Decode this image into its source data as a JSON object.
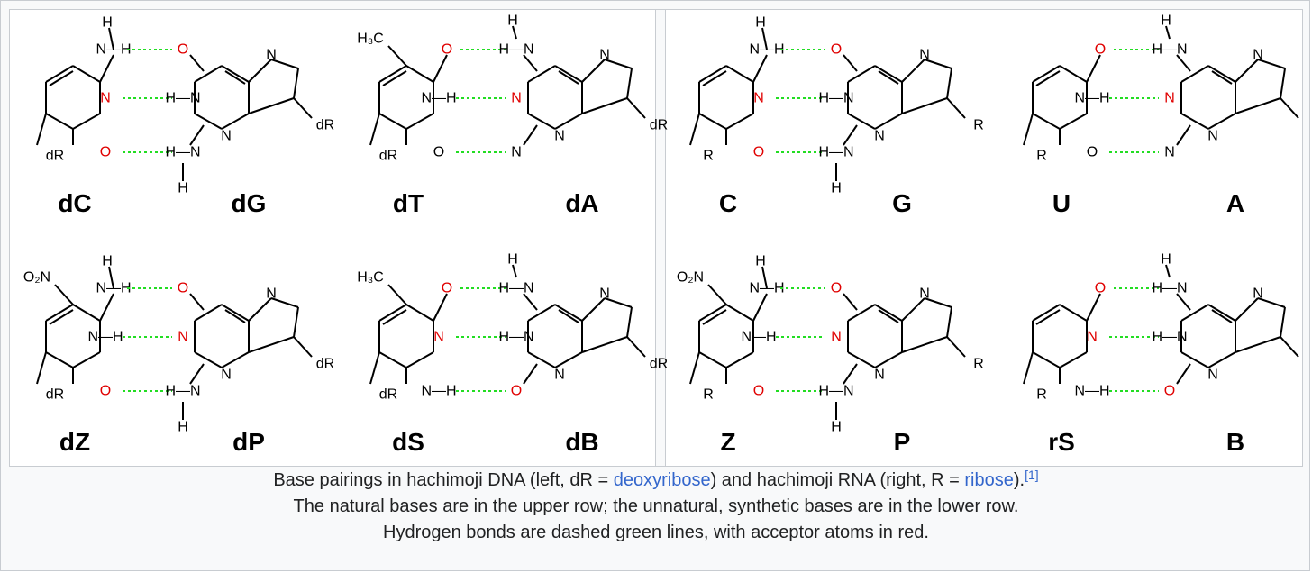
{
  "panels": {
    "dna_labels": [
      "dC",
      "dG",
      "dT",
      "dA",
      "dZ",
      "dP",
      "dS",
      "dB"
    ],
    "rna_labels": [
      "C",
      "G",
      "U",
      "A",
      "Z",
      "P",
      "rS",
      "B"
    ],
    "sugar_dna": "dR",
    "sugar_rna": "R",
    "atoms": {
      "h": "H",
      "n": "N",
      "o": "O",
      "h3c": "H₃C",
      "o2n": "O₂N"
    }
  },
  "caption": {
    "line1_pre": "Base pairings in hachimoji DNA (left, dR = ",
    "line1_link1": "deoxyribose",
    "line1_mid": ") and hachimoji RNA (right, R = ",
    "line1_link2": "ribose",
    "line1_post": ").",
    "line1_ref": "[1]",
    "line2": "The natural bases are in the upper row; the unnatural, synthetic bases are in the lower row.",
    "line3": "Hydrogen bonds are dashed green lines, with acceptor atoms in red."
  },
  "colors": {
    "acceptor": "#e00000",
    "hbond": "#22dd22",
    "link": "#3366cc"
  }
}
